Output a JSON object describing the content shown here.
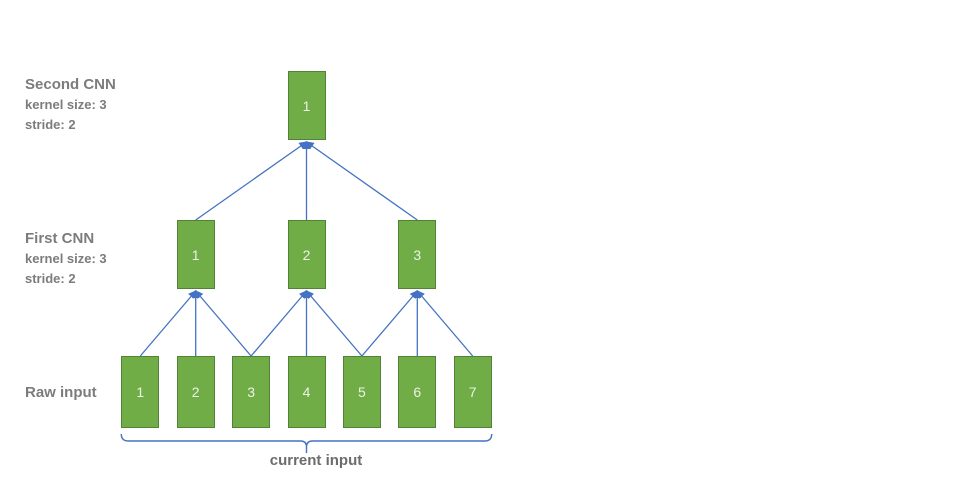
{
  "colors": {
    "box_fill": "#70AD47",
    "box_border": "#538135",
    "box_text": "#EDF2E6",
    "arrow": "#4472C4",
    "label_text": "#7C7C7C",
    "bracket_label_text": "#6C6C6C"
  },
  "layers": [
    {
      "name": "Second CNN",
      "details": [
        "kernel size: 3",
        "stride: 2"
      ],
      "boxes": [
        "1"
      ]
    },
    {
      "name": "First CNN",
      "details": [
        "kernel size: 3",
        "stride: 2"
      ],
      "boxes": [
        "1",
        "2",
        "3"
      ]
    },
    {
      "name": "Raw input",
      "details": [],
      "boxes": [
        "1",
        "2",
        "3",
        "4",
        "5",
        "6",
        "7"
      ]
    }
  ],
  "connections": {
    "raw_to_first": [
      [
        1,
        2,
        3
      ],
      [
        3,
        4,
        5
      ],
      [
        5,
        6,
        7
      ]
    ],
    "first_to_second": [
      [
        1,
        2,
        3
      ]
    ]
  },
  "bracket": {
    "label": "current input"
  }
}
